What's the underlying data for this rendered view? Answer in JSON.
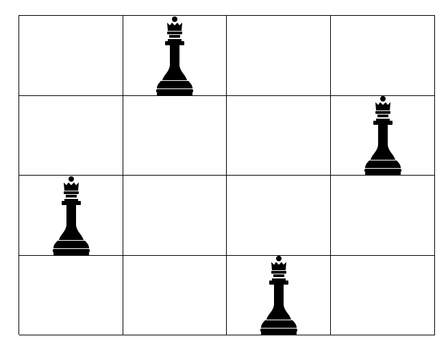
{
  "board": {
    "rows": 4,
    "cols": 4,
    "pieces": [
      {
        "row": 0,
        "col": 1,
        "piece": "queen",
        "color": "#000000"
      },
      {
        "row": 1,
        "col": 3,
        "piece": "queen",
        "color": "#000000"
      },
      {
        "row": 2,
        "col": 0,
        "piece": "queen",
        "color": "#000000"
      },
      {
        "row": 3,
        "col": 2,
        "piece": "queen",
        "color": "#000000"
      }
    ]
  }
}
